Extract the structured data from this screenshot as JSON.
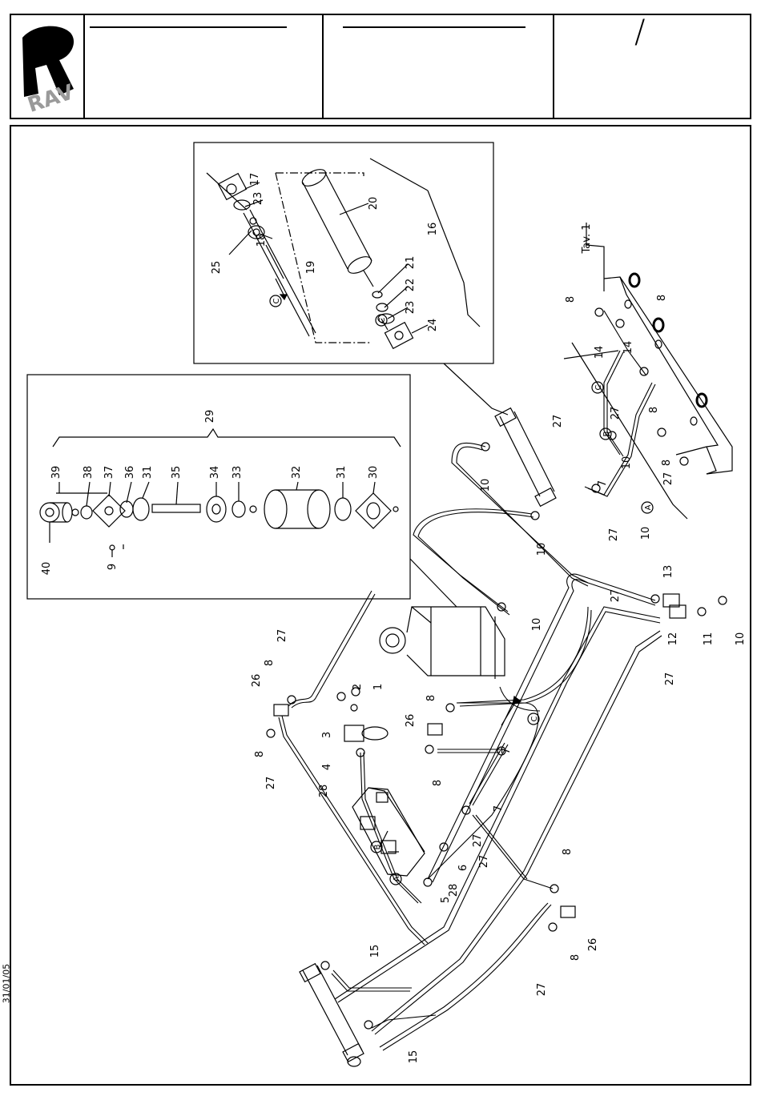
{
  "header": {
    "logo_text": "RAV",
    "slash": "/"
  },
  "side_date": "31/01/05",
  "table_ref": "Tav. 1",
  "callouts": {
    "c1": "1",
    "c2": "2",
    "c3": "3",
    "c4": "4",
    "c5": "5",
    "c6": "6",
    "c7": "7",
    "c8": "8",
    "c9": "9",
    "c10": "10",
    "c11": "11",
    "c12": "12",
    "c13": "13",
    "c14": "14",
    "c15": "15",
    "c16": "16",
    "c17": "17",
    "c18": "18",
    "c19": "19",
    "c20": "20",
    "c21": "21",
    "c22": "22",
    "c23": "23",
    "c24": "24",
    "c25": "25",
    "c26": "26",
    "c27": "27",
    "c28": "28",
    "c29": "29",
    "c30": "30",
    "c31": "31",
    "c32": "32",
    "c33": "33",
    "c34": "34",
    "c35": "35",
    "c36": "36",
    "c37": "37",
    "c38": "38",
    "c39": "39",
    "c40": "40"
  },
  "markers": {
    "a": "A",
    "b": "B",
    "c": "C"
  },
  "colors": {
    "ink": "#000000",
    "logo": "#000000",
    "logo_text": "#9a9a9a"
  }
}
